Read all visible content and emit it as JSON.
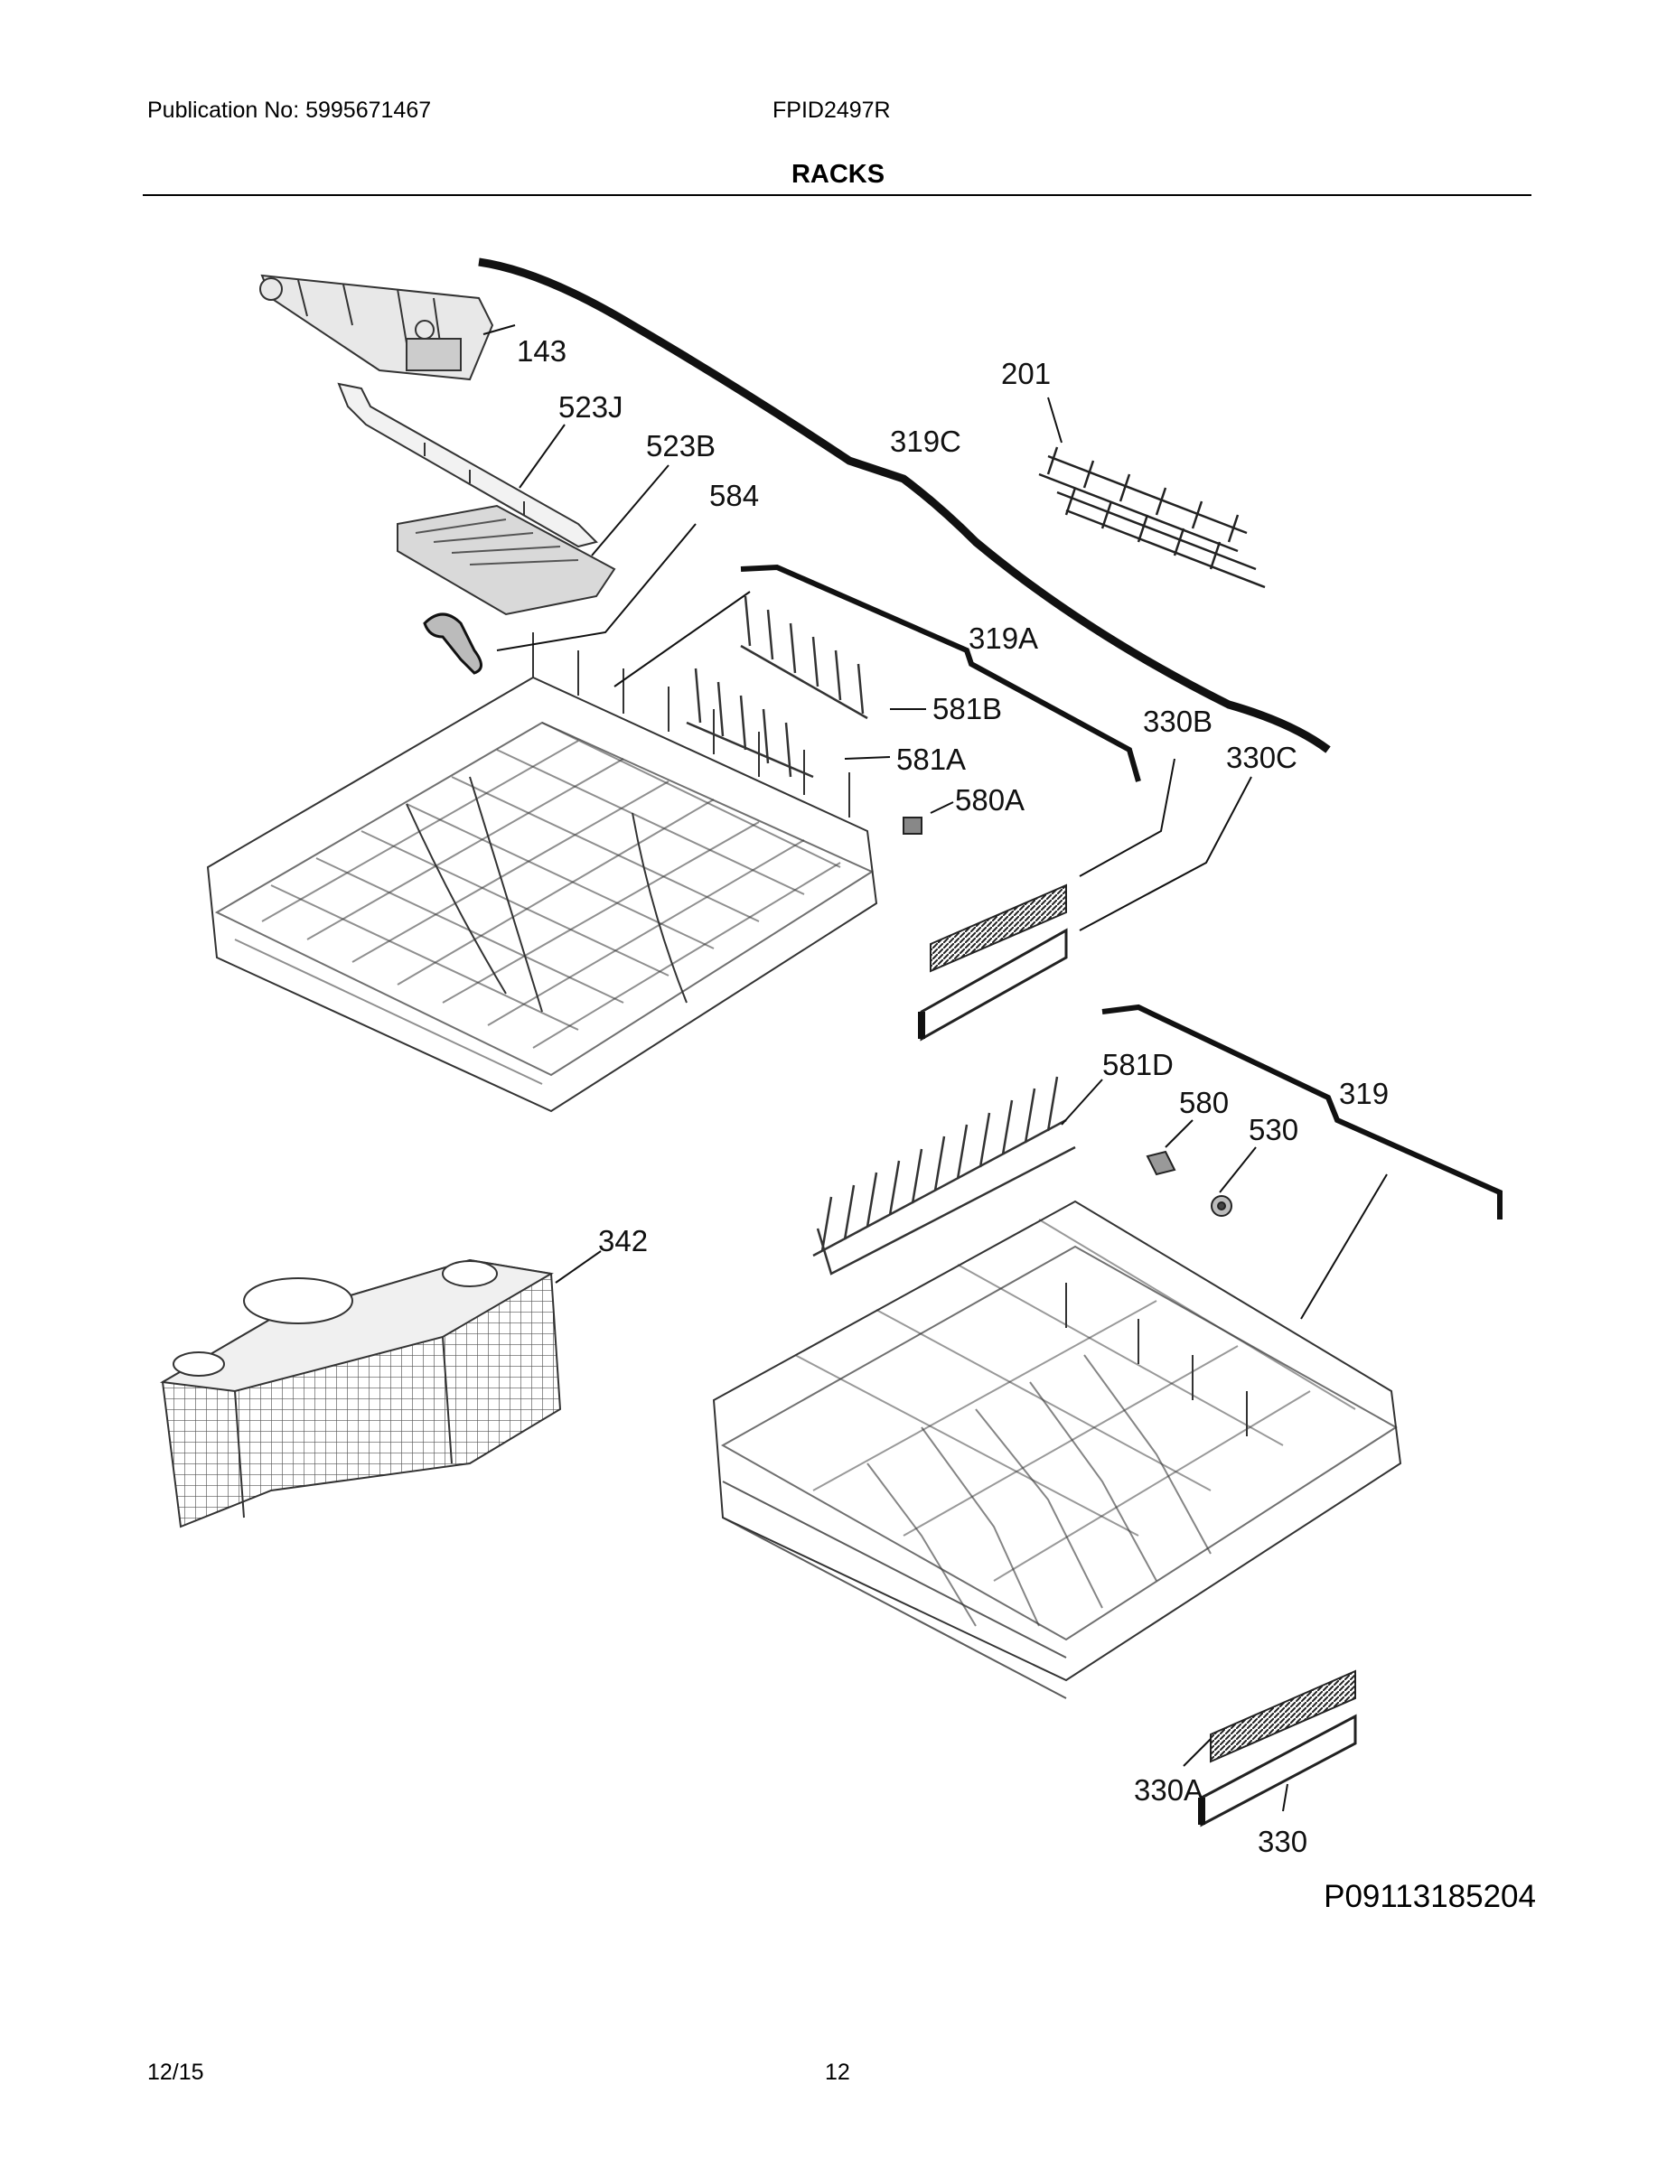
{
  "header": {
    "publication": "Publication No: 5995671467",
    "model": "FPID2497R",
    "section_title": "RACKS"
  },
  "figure": {
    "id": "P09113185204",
    "labels": {
      "l143": "143",
      "l523J": "523J",
      "l523B": "523B",
      "l584": "584",
      "l319C": "319C",
      "l201": "201",
      "l319A": "319A",
      "l581B": "581B",
      "l581A": "581A",
      "l580A": "580A",
      "l330B": "330B",
      "l330C": "330C",
      "l581D": "581D",
      "l580": "580",
      "l530": "530",
      "l319": "319",
      "l342": "342",
      "l330A": "330A",
      "l330": "330"
    }
  },
  "footer": {
    "date": "12/15",
    "page": "12"
  }
}
